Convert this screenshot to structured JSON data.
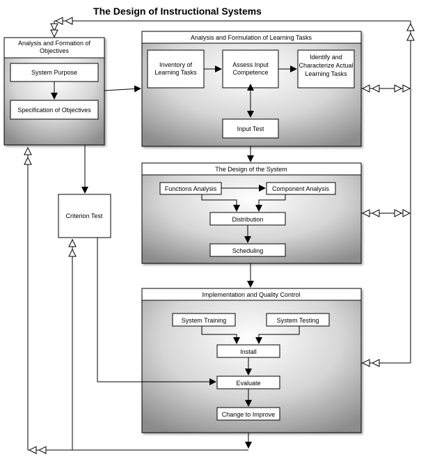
{
  "title": "The Design of Instructional Systems",
  "panels": {
    "analysis_objectives": "Analysis and Formation of Objectives",
    "learning_tasks": "Analysis and Formulation of Learning Tasks",
    "design_system": "The Design of the System",
    "implementation": "Implementation and Quality Control"
  },
  "boxes": {
    "system_purpose": "System Purpose",
    "specification": "Specification of Objectives",
    "criterion_test": "Criterion Test",
    "inventory": "Inventory of Learning Tasks",
    "assess_input": "Assess Input Competence",
    "identify": "Identify and Characterize Actual Learning Tasks",
    "input_test": "Input Test",
    "functions_analysis": "Functions Analysis",
    "component_analysis": "Component Analysis",
    "distribution": "Distribution",
    "scheduling": "Scheduling",
    "system_training": "System Training",
    "system_testing": "System Testing",
    "install": "Install",
    "evaluate": "Evaluate",
    "change_to_improve": "Change to Improve"
  },
  "colors": {
    "panel_gradient_light": "#ffffff",
    "panel_gradient_dark": "#8c8c8c",
    "stroke": "#000000"
  }
}
